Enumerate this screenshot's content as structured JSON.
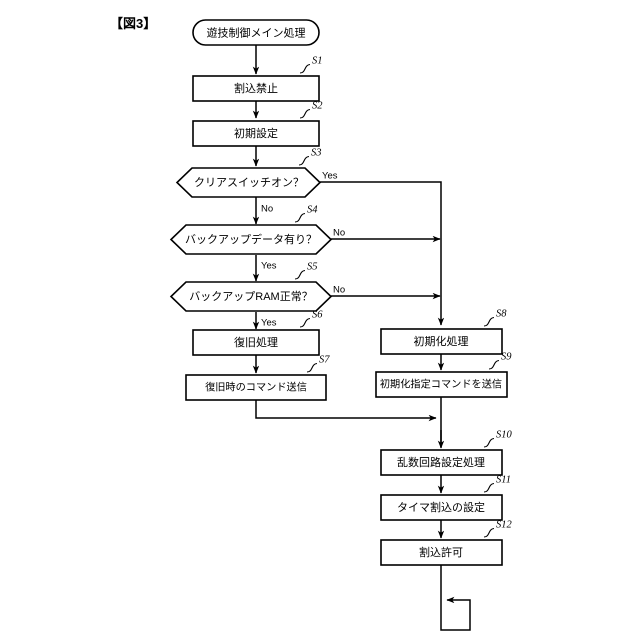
{
  "figure": {
    "title": "【図3】",
    "caption_language": "ja"
  },
  "diagram": {
    "type": "flowchart",
    "orientation": "top-to-bottom",
    "start_node": {
      "shape": "stadium",
      "label": "遊技制御メイン処理"
    },
    "nodes": [
      {
        "id": "S1",
        "shape": "process",
        "label": "割込禁止",
        "step": "S1"
      },
      {
        "id": "S2",
        "shape": "process",
        "label": "初期設定",
        "step": "S2"
      },
      {
        "id": "S3",
        "shape": "decision",
        "label": "クリアスイッチオン？",
        "step": "S3"
      },
      {
        "id": "S4",
        "shape": "decision",
        "label": "バックアップデータ有り？",
        "step": "S4"
      },
      {
        "id": "S5",
        "shape": "decision",
        "label": "バックアップRAM正常？",
        "step": "S5"
      },
      {
        "id": "S6",
        "shape": "process",
        "label": "復旧処理",
        "step": "S6"
      },
      {
        "id": "S7",
        "shape": "process",
        "label": "復旧時のコマンド送信",
        "step": "S7"
      },
      {
        "id": "S8",
        "shape": "process",
        "label": "初期化処理",
        "step": "S8"
      },
      {
        "id": "S9",
        "shape": "process",
        "label": "初期化指定コマンドを送信",
        "step": "S9"
      },
      {
        "id": "S10",
        "shape": "process",
        "label": "乱数回路設定処理",
        "step": "S10"
      },
      {
        "id": "S11",
        "shape": "process",
        "label": "タイマ割込の設定",
        "step": "S11"
      },
      {
        "id": "S12",
        "shape": "process",
        "label": "割込許可",
        "step": "S12"
      }
    ],
    "branch_labels": {
      "s3_yes": "Yes",
      "s3_no": "No",
      "s4_no": "No",
      "s4_yes": "Yes",
      "s5_no": "No",
      "s5_yes": "Yes"
    },
    "edges": [
      {
        "from": "start",
        "to": "S1",
        "label": ""
      },
      {
        "from": "S1",
        "to": "S2",
        "label": ""
      },
      {
        "from": "S2",
        "to": "S3",
        "label": ""
      },
      {
        "from": "S3",
        "to": "S4",
        "label": "No"
      },
      {
        "from": "S3",
        "to": "S8",
        "label": "Yes"
      },
      {
        "from": "S4",
        "to": "S5",
        "label": "Yes"
      },
      {
        "from": "S4",
        "to": "S8",
        "label": "No"
      },
      {
        "from": "S5",
        "to": "S6",
        "label": "Yes"
      },
      {
        "from": "S5",
        "to": "S8",
        "label": "No"
      },
      {
        "from": "S6",
        "to": "S7",
        "label": ""
      },
      {
        "from": "S7",
        "to": "S10",
        "label": ""
      },
      {
        "from": "S8",
        "to": "S9",
        "label": ""
      },
      {
        "from": "S9",
        "to": "S10",
        "label": ""
      },
      {
        "from": "S10",
        "to": "S11",
        "label": ""
      },
      {
        "from": "S11",
        "to": "S12",
        "label": ""
      },
      {
        "from": "S12",
        "to": "loop",
        "label": ""
      }
    ],
    "colors": {
      "stroke": "#000000",
      "fill": "#ffffff",
      "background": "#ffffff"
    }
  }
}
